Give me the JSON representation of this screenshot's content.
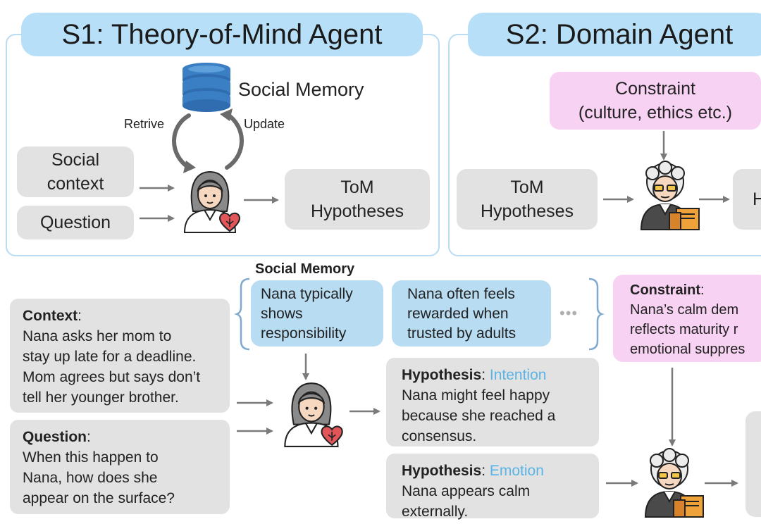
{
  "s1": {
    "title": "S1: Theory-of-Mind Agent",
    "memory_label": "Social Memory",
    "retrive_label": "Retrive",
    "update_label": "Update",
    "social_context": "Social\ncontext",
    "question": "Question",
    "hypotheses": "ToM\nHypotheses"
  },
  "s2": {
    "title": "S2: Domain Agent",
    "constraint": "Constraint\n(culture, ethics etc.)",
    "hypotheses": "ToM\nHypotheses",
    "cut_box_text": "H"
  },
  "example": {
    "memory_header": "Social Memory",
    "memory_items": [
      "Nana typically\nshows\nresponsibility",
      "Nana often feels\nrewarded when\ntrusted by adults"
    ],
    "ellipsis": "•••",
    "context_label": "Context",
    "context_text": "Nana asks her mom to\nstay up late for a deadline.\nMom agrees but says don’t\ntell her younger brother.",
    "question_label": "Question",
    "question_text": "When this happen to\nNana, how does she\nappear on the surface?",
    "hyp1_label": "Hypothesis",
    "hyp1_type": "Intention",
    "hyp1_text": "Nana might feel happy\nbecause she reached a\nconsensus.",
    "hyp2_label": "Hypothesis",
    "hyp2_type": "Emotion",
    "hyp2_text": "Nana appears calm\nexternally.",
    "constraint_label": "Constraint",
    "constraint_text": "Nana’s calm dem\nreflects maturity r\nemotional suppres"
  },
  "colors": {
    "panel_border": "#b9dcf2",
    "tag_blue": "#b7e0f8",
    "gray_box": "#e2e2e2",
    "pink_box": "#f7d2f3",
    "memory_blue": "#b8dcf2",
    "type_highlight": "#5ab4e6",
    "arrow": "#7a7a7a"
  },
  "icons": [
    "database-icon",
    "female-agent-icon",
    "elder-agent-icon",
    "cycle-arrows-icon"
  ]
}
